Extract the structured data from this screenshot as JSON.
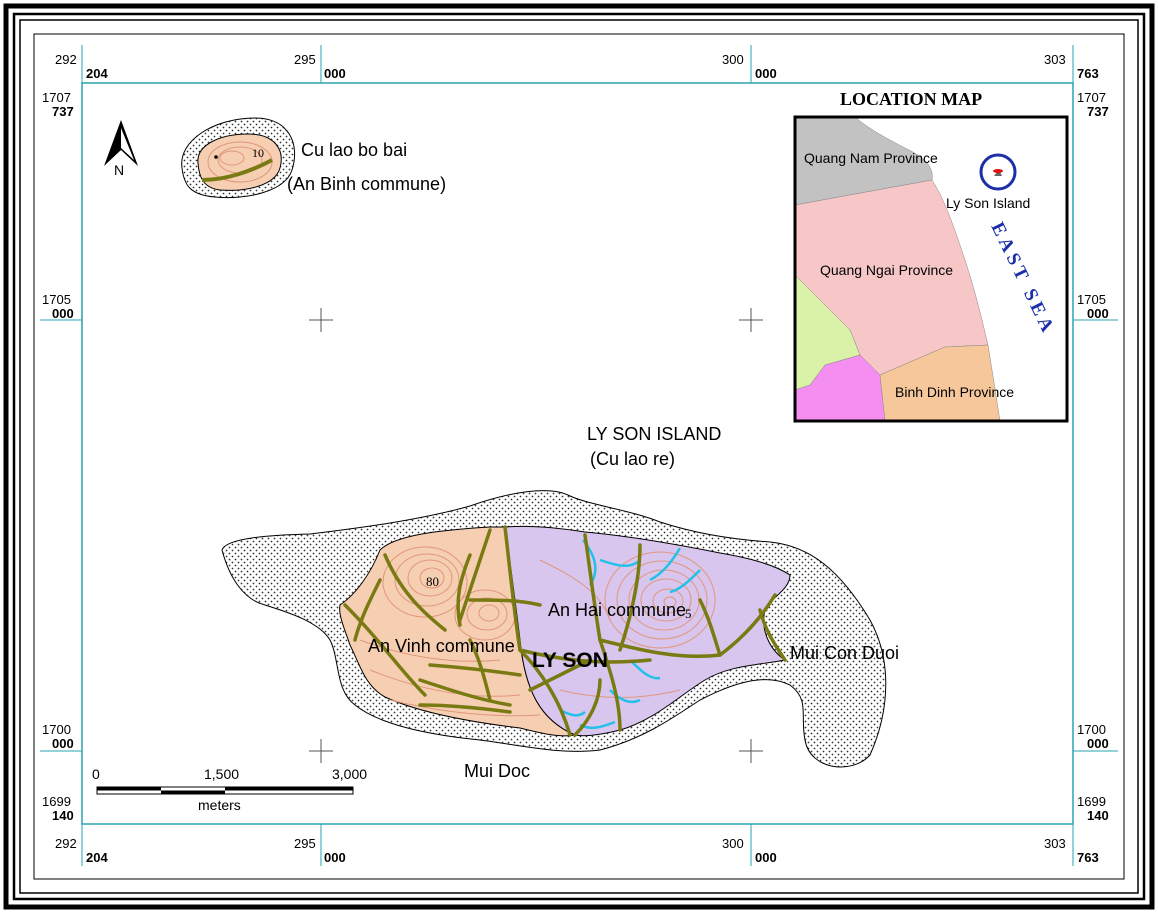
{
  "map": {
    "location_map_title": "LOCATION MAP",
    "north_label": "N",
    "island_title": "LY SON ISLAND",
    "island_subtitle": "(Cu lao re)",
    "small_island_name": "Cu lao bo bai",
    "small_island_commune": "(An Binh commune)",
    "district_label": "LY SON",
    "commune_an_vinh": "An Vinh commune",
    "commune_an_hai": "An Hai commune",
    "cape_east": "Mui Con Duoi",
    "cape_south": "Mui Doc",
    "contour_labels": [
      "10",
      "80",
      "5"
    ]
  },
  "scale_bar": {
    "ticks": [
      "0",
      "1,500",
      "3,000"
    ],
    "unit": "meters"
  },
  "inset": {
    "quang_nam": "Quang Nam Province",
    "quang_ngai": "Quang Ngai Province",
    "binh_dinh": "Binh Dinh Province",
    "ly_son": "Ly Son Island",
    "sea": "EAST SEA"
  },
  "grid": {
    "x_top": [
      {
        "top": "292",
        "bottom": "204"
      },
      {
        "top": "295",
        "bottom": "000"
      },
      {
        "top": "300",
        "bottom": "000"
      },
      {
        "top": "303",
        "bottom": "763"
      }
    ],
    "y_labels": [
      {
        "top": "1707",
        "bottom": "737"
      },
      {
        "top": "1705",
        "bottom": "000"
      },
      {
        "top": "1700",
        "bottom": "000"
      },
      {
        "top": "1699",
        "bottom": "140"
      }
    ]
  },
  "colors": {
    "frame": "#000000",
    "neatline": "#2aa3b0",
    "an_vinh_fill": "#f6cfb3",
    "an_hai_fill": "#d9c6ee",
    "road": "#7a7a12",
    "stream": "#23c0e8",
    "contour": "#e0967a",
    "quang_nam": "#c2c2c2",
    "quang_ngai": "#f7c7c7",
    "binh_dinh": "#f6c79a",
    "green_area": "#d9f2a8",
    "magenta_area": "#f48ef1",
    "ly_son_marker": "#1a2fa8",
    "sea_label": "#1a2fa8"
  }
}
